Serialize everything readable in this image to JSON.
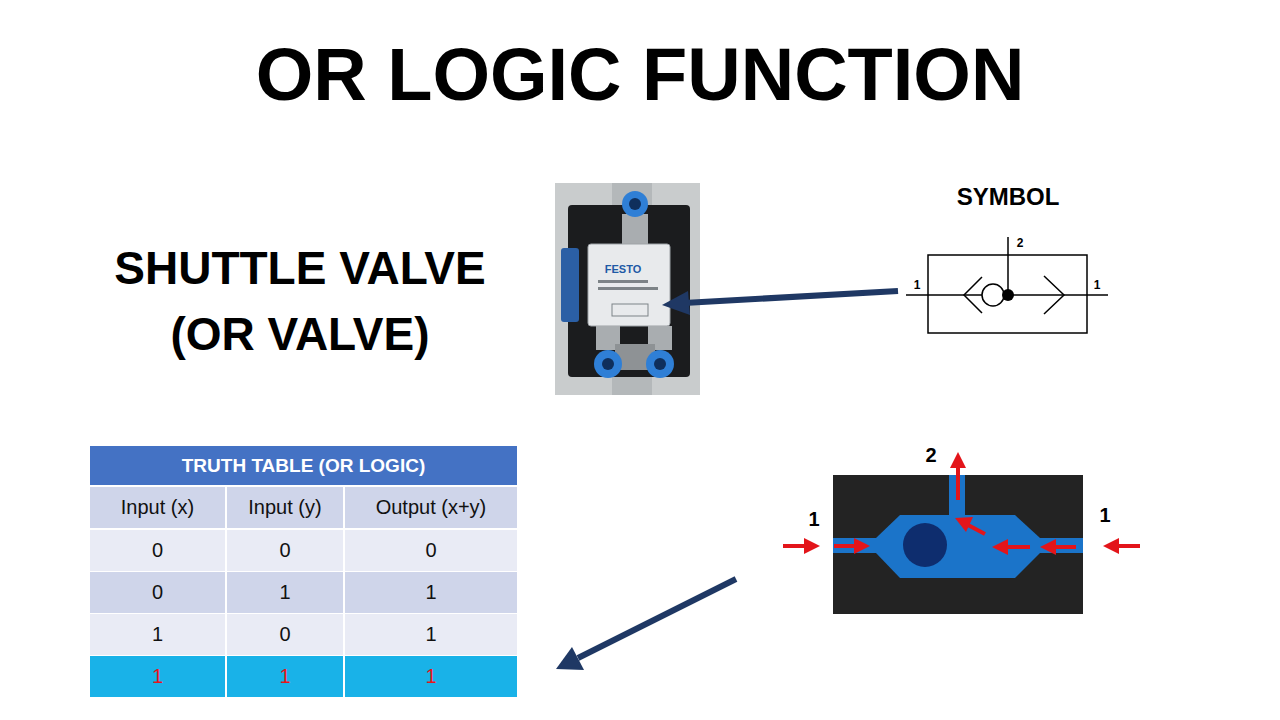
{
  "diagram": {
    "title": "OR LOGIC FUNCTION",
    "labels": [
      "SHUTTLE VALVE (OR VALVE)",
      "FESTO",
      "SYMBOL",
      "2",
      "1",
      "1",
      "2",
      "1",
      "1",
      "TRUTH TABLE (OR LOGIC)",
      "Input (x)",
      "Input (y)",
      "Output (x+y)",
      "0",
      "0",
      "0",
      "0",
      "1",
      "1",
      "1",
      "0",
      "1",
      "1",
      "1",
      "1"
    ]
  }
}
